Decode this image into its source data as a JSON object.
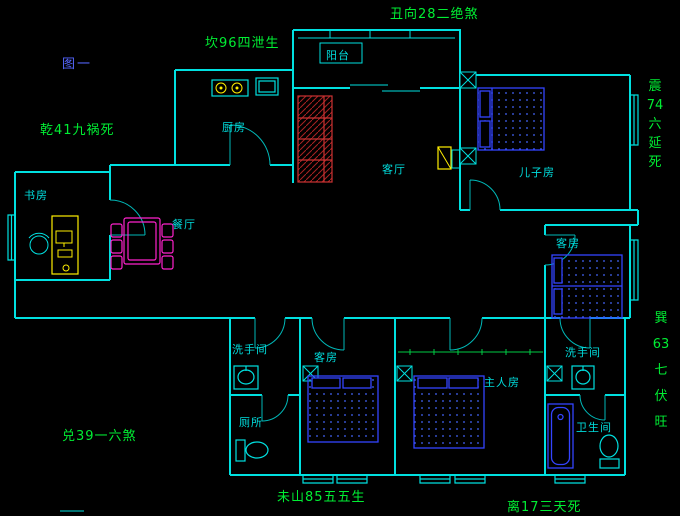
{
  "app": {
    "type": "cad-floor-plan",
    "figure_label": "图一"
  },
  "colors": {
    "background": "#000000",
    "wall": "#00e0e0",
    "room_label": "#00dddd",
    "fengshui_label": "#00ee33",
    "figure_label": "#5566ff",
    "bed": "#3344ff",
    "sofa": "#aa2222",
    "dining_set": "#ff22cc",
    "accent_yellow": "#ffee00",
    "wardrobe_line": "#00cc44"
  },
  "fengshui": {
    "top": "丑向28二绝煞",
    "top_left": "坎96四泄生",
    "left": "乾41九祸死",
    "right_upper": [
      "震",
      "74",
      "六",
      "延",
      "死"
    ],
    "right_lower": [
      "巽",
      "63",
      "七",
      "伏",
      "旺"
    ],
    "bottom_left": "兑39一六煞",
    "bottom_center": "未山85五五生",
    "bottom_right": "离17三天死"
  },
  "rooms": {
    "balcony": "阳台",
    "kitchen": "厨房",
    "living_room": "客厅",
    "son_room": "儿子房",
    "study": "书房",
    "dining_room": "餐厅",
    "guest_room_right": "客房",
    "guest_room_bottom": "客房",
    "master_room": "主人房",
    "washroom_mid": "洗手间",
    "washroom_right": "洗手间",
    "toilet": "厕所",
    "bathroom": "卫生间"
  }
}
